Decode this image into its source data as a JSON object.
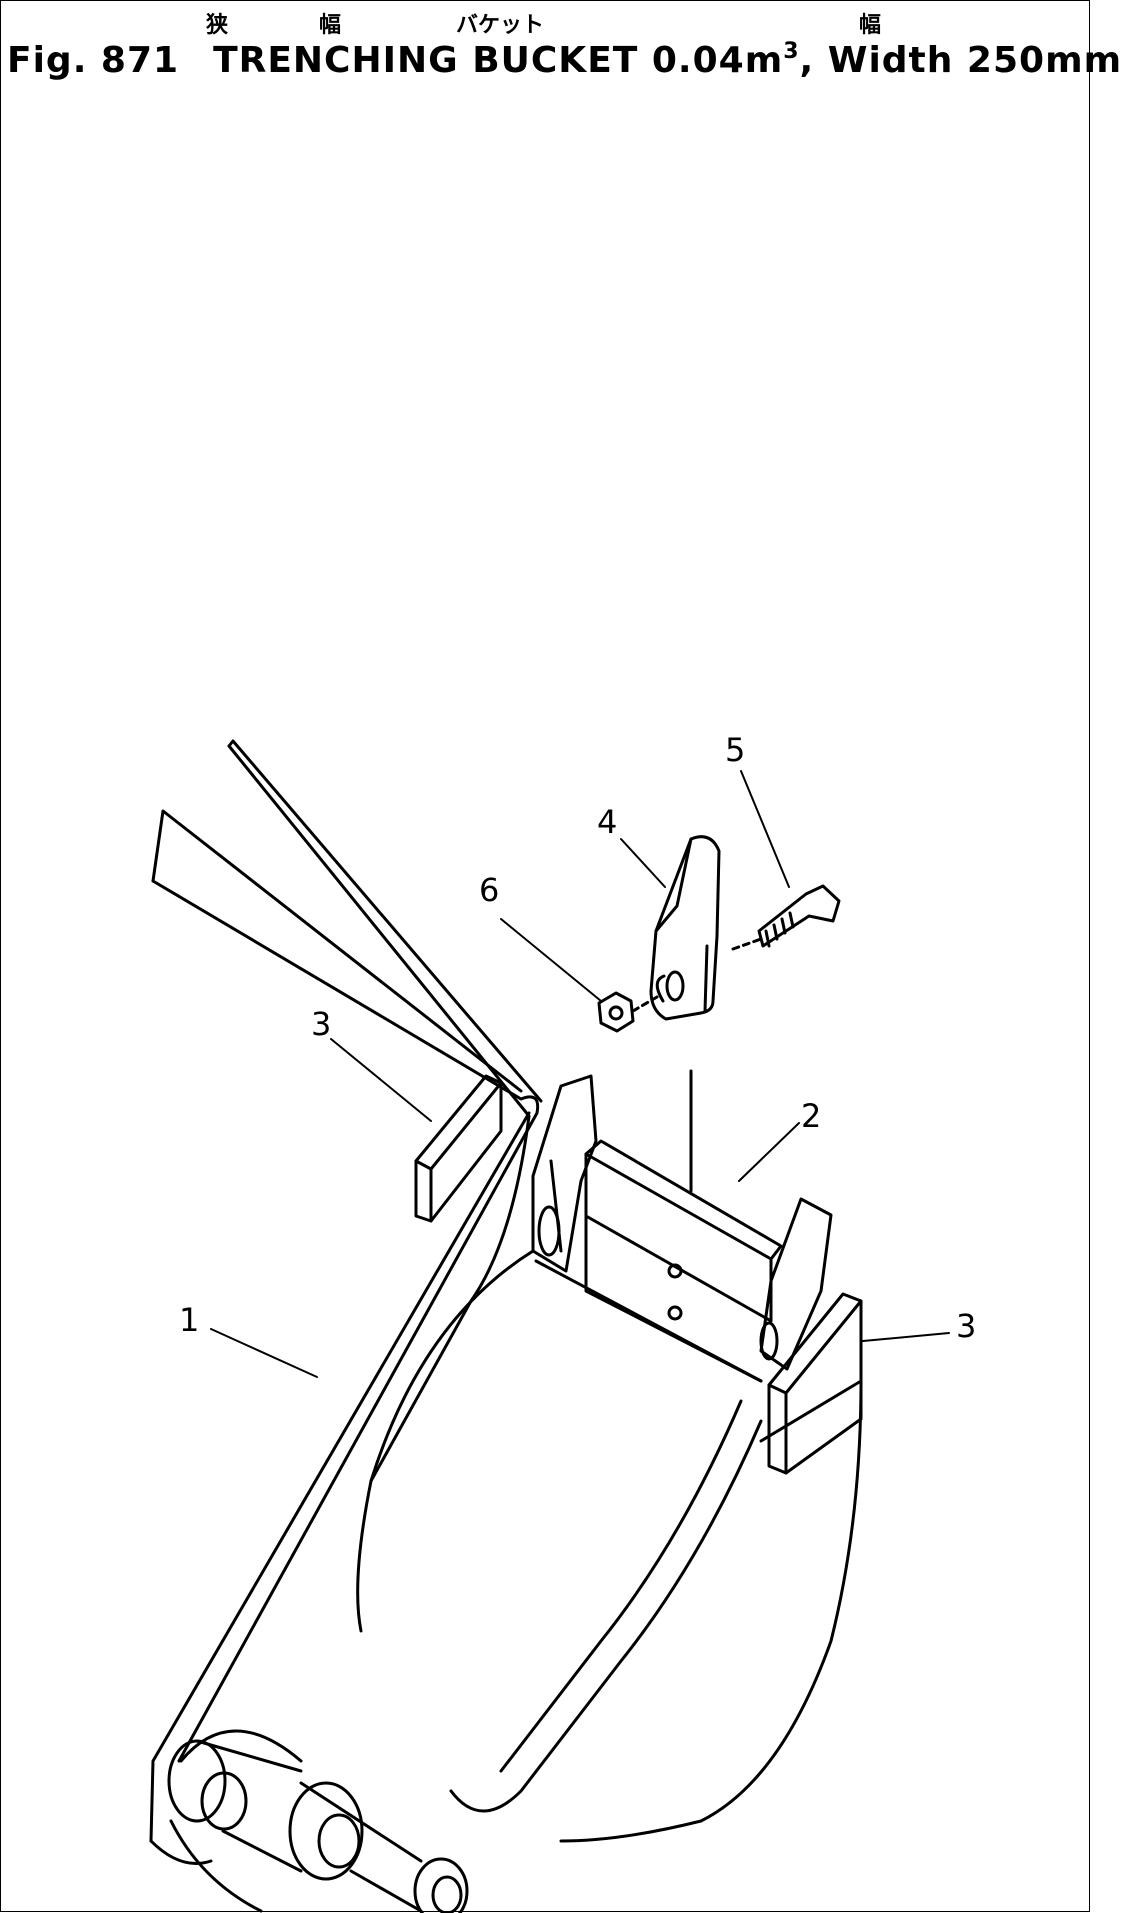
{
  "header": {
    "fig_label": "Fig. 871",
    "title_main": "TRENCHING BUCKET 0.04m",
    "title_sup": "3",
    "title_tail": ", Width 250mm",
    "jp_annotations": [
      "狭",
      "幅",
      "バケット",
      "幅"
    ]
  },
  "callouts": [
    "1",
    "2",
    "3",
    "3",
    "4",
    "5",
    "6"
  ],
  "colors": {
    "line": "#000000",
    "background": "#ffffff"
  }
}
